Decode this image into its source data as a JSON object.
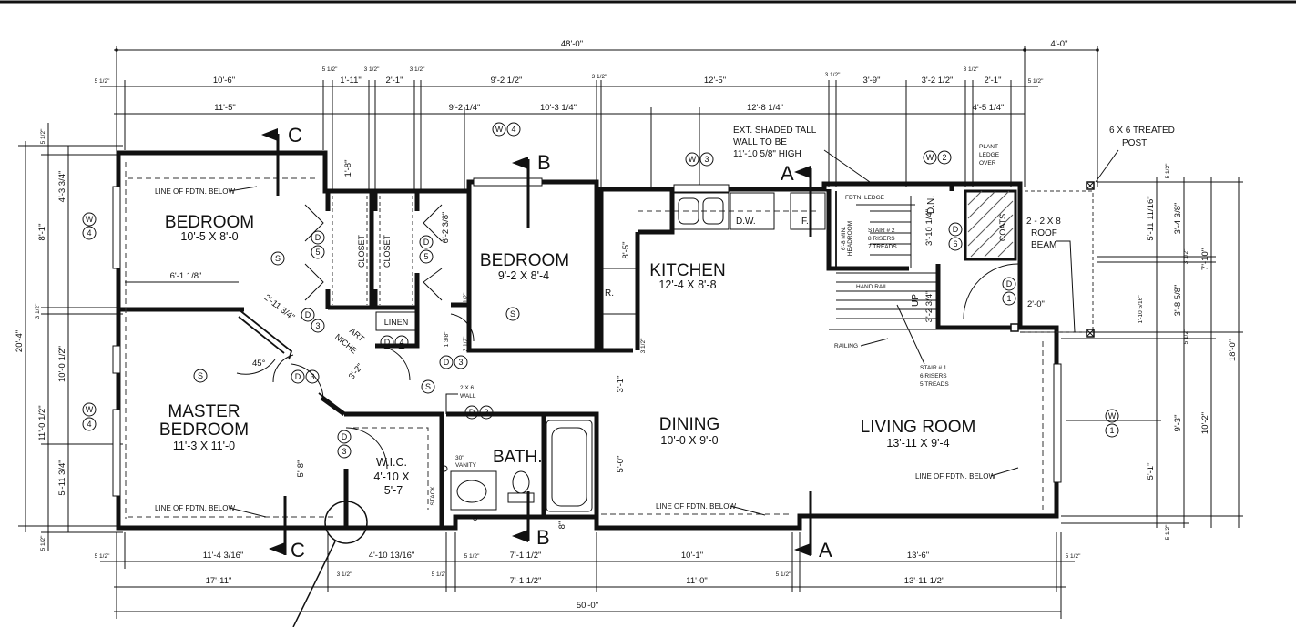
{
  "overall": {
    "top_total": "48'-0\"",
    "top_right": "4'-0\"",
    "bottom_total": "50'-0\""
  },
  "dims_top_row1": [
    "5 1/2\"",
    "10'-6\"",
    "5 1/2\"",
    "1'-11\"",
    "3 1/2\"",
    "2'-1\"",
    "3 1/2\"",
    "9'-2 1/2\"",
    "3 1/2\"",
    "12'-5\"",
    "3 1/2\"",
    "3'-9\"",
    "3'-2 1/2\"",
    "3 1/2\"",
    "2'-1\"",
    "5 1/2\""
  ],
  "dims_top_row2": [
    "11'-5\"",
    "9'-2 1/4\"",
    "10'-3 1/4\"",
    "12'-8 1/4\"",
    "4'-5 1/4\""
  ],
  "dims_bottom_row1": [
    "5 1/2\"",
    "11'-4 3/16\"",
    "4'-10 13/16\"",
    "5 1/2\"",
    "7'-1 1/2\"",
    "10'-1\"",
    "13'-6\"",
    "5 1/2\""
  ],
  "dims_bottom_row2": [
    "17'-11\"",
    "3 1/2\"",
    "5 1/2\"",
    "7'-1 1/2\"",
    "11'-0\"",
    "5 1/2\"",
    "13'-11 1/2\""
  ],
  "dims_left": [
    "5 1/2\"",
    "4'-3 3/4\"",
    "8'-1\"",
    "3 1/2\"",
    "10'-0 1/2\"",
    "20'-4\"",
    "11'-0 1/2\"",
    "5'-11 3/4\"",
    "5 1/2\""
  ],
  "dims_right": [
    "5 1/2\"",
    "5'-11 11/16\"",
    "3'-4 3/8\"",
    "3 1/2\"",
    "7'-10\"",
    "1'-10 5/16\"",
    "3'-8 5/8\"",
    "18'-0\"",
    "5 1/2\"",
    "9'-3\"",
    "10'-2\"",
    "5'-1\"",
    "5 1/2\""
  ],
  "dims_interior": {
    "closet_top": "1'-8\"",
    "bedroom2_side": "6'-2 3/8\"",
    "kitchen_side": "8'-5\"",
    "bedroom1_width": "6'-1 1/8\"",
    "diag": "2'-11 3/4\"",
    "angle": "45°",
    "diag2": "3'-2\"",
    "mb_side": "5'-8\"",
    "dining_upper": "3'-1\"",
    "dining_lower": "5'-0\"",
    "bath_8a": "8\"",
    "bath_8b": "8\"",
    "stair1": "3'-2 3/4\"",
    "stair2": "3'-10 1/4\"",
    "porch": "2'-0\"",
    "half_a": "1 1/2\"",
    "half_b": "3 1/2\"",
    "half_c": "1 3/8\"",
    "half_d": "3 1/2\""
  },
  "rooms": {
    "bedroom1": {
      "name": "BEDROOM",
      "size": "10'-5 X 8'-0"
    },
    "bedroom2": {
      "name": "BEDROOM",
      "size": "9'-2 X 8'-4"
    },
    "kitchen": {
      "name": "KITCHEN",
      "size": "12'-4 X 8'-8"
    },
    "master": {
      "name1": "MASTER",
      "name2": "BEDROOM",
      "size": "11'-3 X 11'-0"
    },
    "dining": {
      "name": "DINING",
      "size": "10'-0 X 9'-0"
    },
    "living": {
      "name": "LIVING ROOM",
      "size": "13'-11 X 9'-4"
    },
    "bath": {
      "name": "BATH."
    },
    "wic": {
      "name": "W.I.C.",
      "size1": "4'-10 X",
      "size2": "5'-7"
    }
  },
  "labels": {
    "closet": "CLOSET",
    "linen": "LINEN",
    "art1": "ART",
    "art2": "NICHE",
    "coats": "COATS",
    "dw": "D.W.",
    "fridge": "F.",
    "range": "R.",
    "dn": "D.N.",
    "up": "UP",
    "vanity1": "30\"",
    "vanity2": "VANITY",
    "stack": "STACK",
    "wall1": "2 X 6",
    "wall2": "WALL",
    "smoke": "S"
  },
  "notes": {
    "fdtn": "LINE OF FDTN. BELOW",
    "ext1": "EXT. SHADED TALL",
    "ext2": "WALL TO BE",
    "ext3": "11'-10 5/8\" HIGH",
    "post1": "6 X 6 TREATED",
    "post2": "POST",
    "beam1": "2 - 2 X 8",
    "beam2": "ROOF",
    "beam3": "BEAM",
    "plant1": "PLANT",
    "plant2": "LEDGE",
    "plant3": "OVER",
    "ledge": "FDTN. LEDGE",
    "headroom1": "6'-8 MIN.",
    "headroom2": "HEADROOM",
    "stair2_1": "STAIR # 2",
    "stair2_2": "8 RISERS",
    "stair2_3": "7 TREADS",
    "stair1_1": "STAIR # 1",
    "stair1_2": "6 RISERS",
    "stair1_3": "5 TREADS",
    "handrail": "HAND RAIL",
    "railing": "RAILING"
  },
  "sections": {
    "a": "A",
    "b": "B",
    "c": "C"
  },
  "tags": {
    "w4": [
      "W",
      "4"
    ],
    "w3": [
      "W",
      "3"
    ],
    "w2": [
      "W",
      "2"
    ],
    "w1": [
      "W",
      "1"
    ],
    "d5": [
      "D",
      "5"
    ],
    "d3": [
      "D",
      "3"
    ],
    "d4": [
      "D",
      "4"
    ],
    "d6": [
      "D",
      "6"
    ],
    "d1": [
      "D",
      "1"
    ]
  }
}
